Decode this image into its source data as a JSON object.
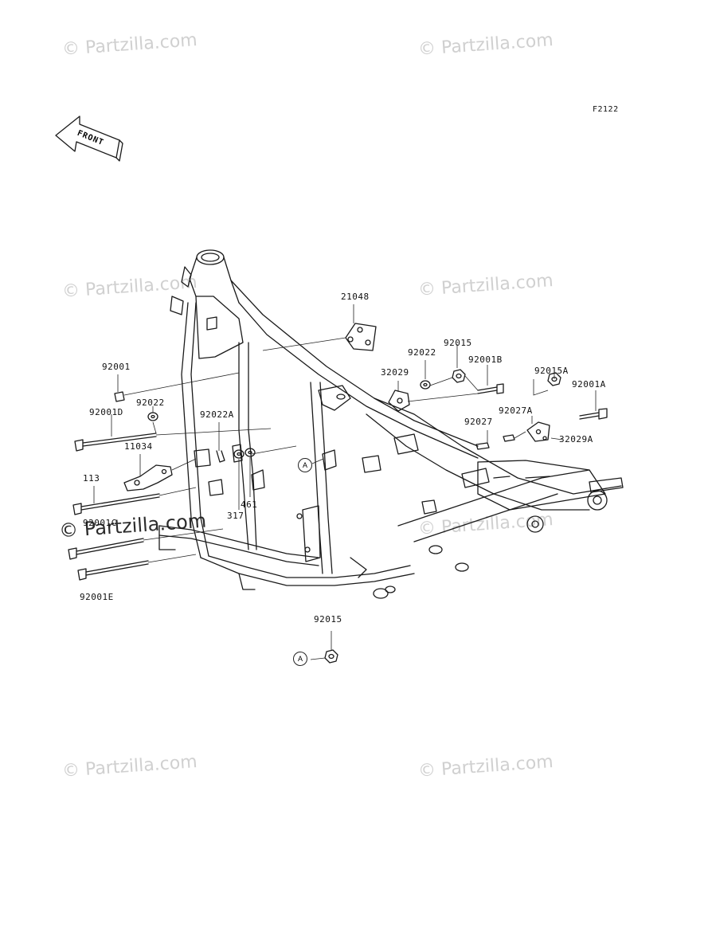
{
  "watermark": "© Partzilla.com",
  "diagram_code": "F2122",
  "front_label": "FRONT",
  "callout_letter": "A",
  "parts": {
    "p21048": "21048",
    "p92015_top": "92015",
    "p92022_top": "92022",
    "p32029": "32029",
    "p92001B": "92001B",
    "p92015A": "92015A",
    "p92001A": "92001A",
    "p92027A": "92027A",
    "p92027": "92027",
    "p32029A": "32029A",
    "p92001": "92001",
    "p92022_left": "92022",
    "p92001D": "92001D",
    "p92022A": "92022A",
    "p11034": "11034",
    "p113": "113",
    "p92001C": "92001C",
    "p92001E": "92001E",
    "p317": "317",
    "p461": "461",
    "p92015_bottom": "92015"
  }
}
